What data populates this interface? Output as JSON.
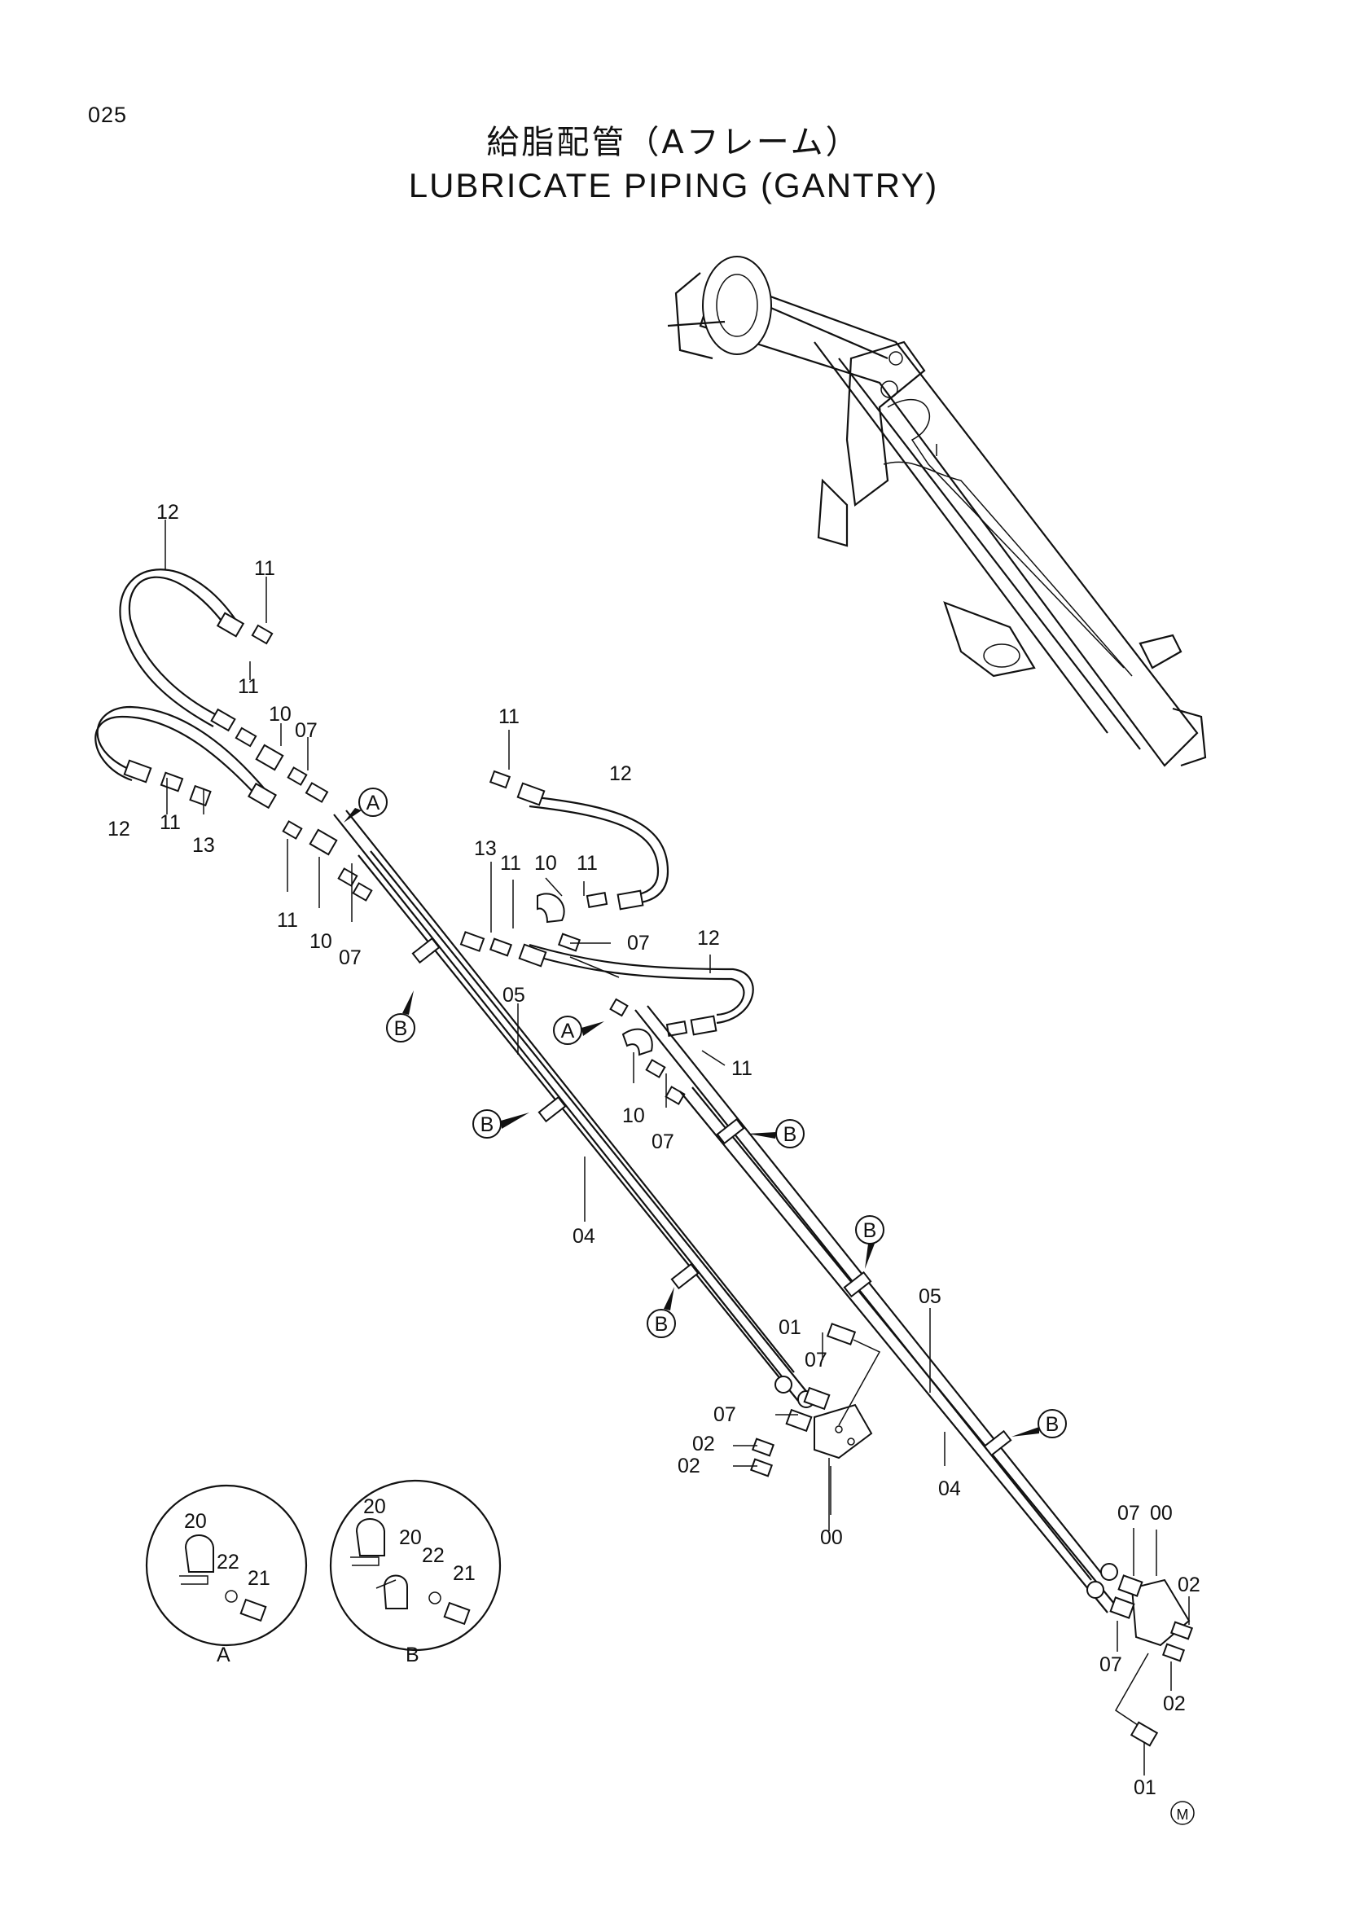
{
  "header": {
    "page_number": "025",
    "title_jp": "給脂配管（Aフレーム）",
    "title_en": "LUBRICATE PIPING (GANTRY)"
  },
  "callouts": {
    "p00": "00",
    "p01": "01",
    "p02": "02",
    "p04": "04",
    "p05": "05",
    "p07": "07",
    "p10": "10",
    "p11": "11",
    "p12": "12",
    "p13": "13",
    "p20": "20",
    "p21": "21",
    "p22": "22"
  },
  "view_refs": {
    "a": "A",
    "b": "B"
  },
  "corner_mark": "M"
}
